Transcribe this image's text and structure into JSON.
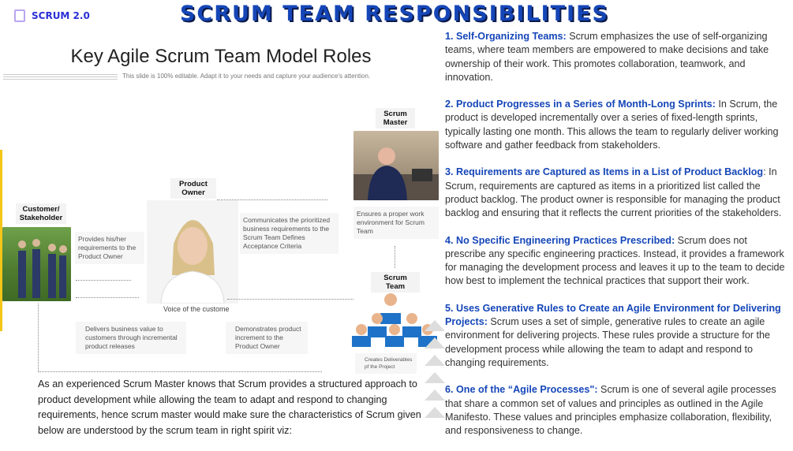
{
  "brand": {
    "label": "SCRUM 2.0"
  },
  "header": {
    "title": "SCRUM TEAM RESPONSIBILITIES"
  },
  "slide": {
    "title": "Key Agile Scrum Team Model Roles",
    "subtitle": "This slide is 100% editable. Adapt it to your needs and capture your audience's attention.",
    "roles": {
      "customer": "Customer/ Stakeholder",
      "product_owner": "Product Owner",
      "scrum_master": "Scrum Master",
      "scrum_team": "Scrum Team"
    },
    "notes": {
      "customer": "Provides his/her requirements to the Product Owner",
      "po": "Communicates the prioritized business requirements to the Scrum Team Defines Acceptance Criteria",
      "sm": "Ensures a proper work environment for Scrum Team",
      "voice": "Voice of the custome",
      "delivers": "Delivers business value to customers through incremental product releases",
      "demonstrates": "Demonstrates product increment to the Product Owner",
      "creates": "Creates Deliverables pf the Project"
    }
  },
  "intro": "As an experienced Scrum Master knows that Scrum provides a structured approach to product development while allowing the team to adapt and respond to changing requirements, hence scrum master would make sure the characteristics of Scrum given below are understood by the scrum team in right spirit viz:",
  "points": [
    {
      "heading": "1. Self-Organizing Teams:",
      "text": " Scrum emphasizes the use of self-organizing teams, where team members are empowered to make decisions and take ownership of their work. This promotes collaboration, teamwork, and innovation."
    },
    {
      "heading": "2. Product Progresses in a Series of Month-Long Sprints:",
      "text": " In Scrum, the product is developed incrementally over a series of fixed-length sprints, typically lasting one month. This allows the team to regularly deliver working software and gather feedback from stakeholders."
    },
    {
      "heading": "3. Requirements are Captured as Items in a List of Product Backlog",
      "text": ": In Scrum, requirements are captured as items in a prioritized list called the product backlog. The product owner is responsible for managing the product backlog and ensuring that it reflects the current priorities of the stakeholders."
    },
    {
      "heading": "4. No Specific Engineering Practices Prescribed:",
      "text": " Scrum does not prescribe any specific engineering practices. Instead, it provides a framework for managing the development process and leaves it up to the team to decide how best to implement the technical practices that support their work."
    },
    {
      "heading": "5. Uses Generative Rules to Create an Agile Environment for Delivering Projects:",
      "text": " Scrum uses a set of simple, generative rules to create an agile environment for delivering projects. These rules provide a structure for the development process while allowing the team to adapt and respond to changing requirements."
    },
    {
      "heading": "6. One of the “Agile Processes\":",
      "text": " Scrum is one of several agile processes that share a common set of values and principles as outlined in the Agile Manifesto. These values and principles emphasize collaboration, flexibility, and responsiveness to change."
    }
  ]
}
